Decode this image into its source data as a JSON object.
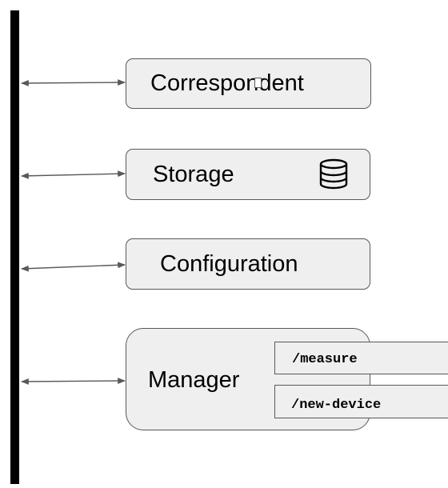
{
  "diagram": {
    "components": [
      {
        "id": "correspondent",
        "label": "Correspondent",
        "icon": "port-icon"
      },
      {
        "id": "storage",
        "label": "Storage",
        "icon": "database-icon"
      },
      {
        "id": "configuration",
        "label": "Configuration"
      },
      {
        "id": "manager",
        "label": "Manager",
        "endpoints": [
          "/measure",
          "/new-device"
        ]
      }
    ],
    "connections": [
      {
        "from": "bus",
        "to": "correspondent",
        "style": "bidirectional-arrow"
      },
      {
        "from": "bus",
        "to": "storage",
        "style": "bidirectional-arrow"
      },
      {
        "from": "bus",
        "to": "configuration",
        "style": "bidirectional-arrow"
      },
      {
        "from": "bus",
        "to": "manager",
        "style": "bidirectional-arrow"
      }
    ],
    "colors": {
      "box_fill": "#efefef",
      "box_border": "#595959",
      "arrow": "#595959",
      "bus": "#000000"
    }
  }
}
